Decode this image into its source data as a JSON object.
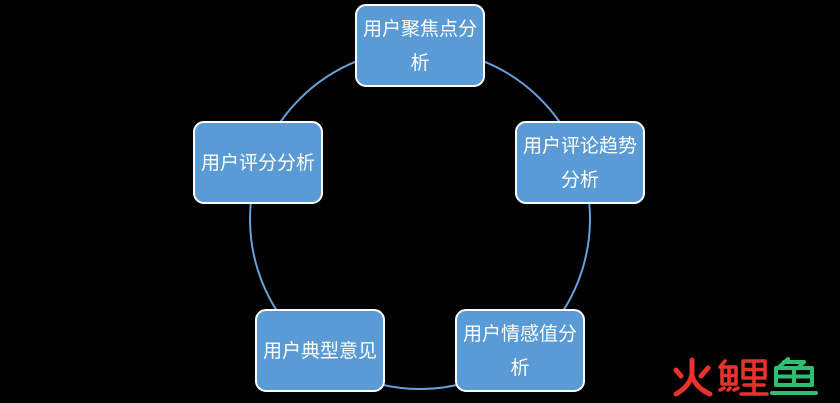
{
  "diagram": {
    "nodes": [
      {
        "id": "n1",
        "label": "用户聚焦点分析"
      },
      {
        "id": "n2",
        "label": "用户评论趋势分析"
      },
      {
        "id": "n3",
        "label": "用户情感值分析"
      },
      {
        "id": "n4",
        "label": "用户典型意见"
      },
      {
        "id": "n5",
        "label": "用户评分分析"
      }
    ],
    "colors": {
      "background": "#000000",
      "node_fill": "#5b9bd5",
      "node_border": "#ffffff",
      "ring": "#6a9fd8",
      "logo_red": "#e8322b",
      "logo_green": "#2fbf71"
    }
  },
  "watermark": {
    "text": "火鲤鱼"
  }
}
